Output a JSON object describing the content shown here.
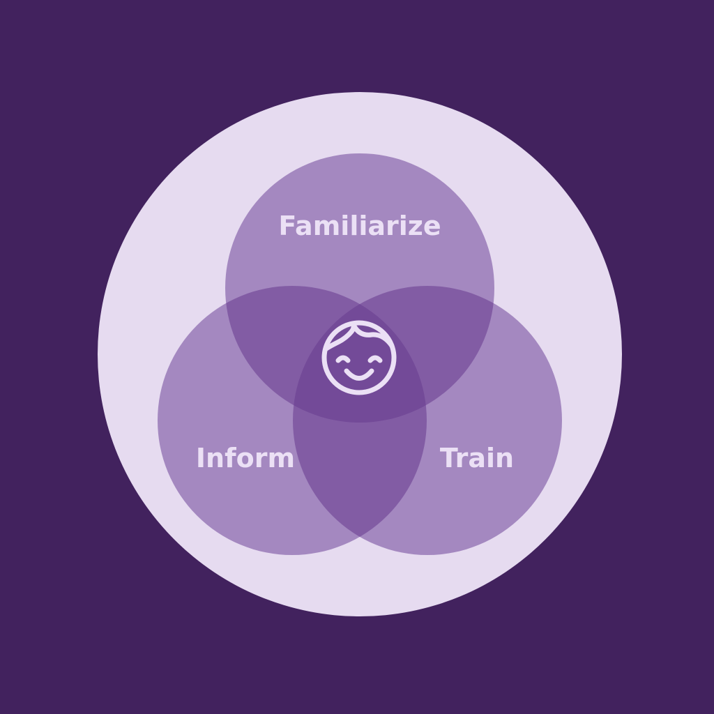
{
  "diagram": {
    "type": "venn",
    "colors": {
      "background": "#42225e",
      "outer_circle": "#e6dbf0",
      "circle_fill": "#a488c0",
      "overlap_two": "#825ca4",
      "overlap_three": "#734a98",
      "text": "#ebe0f5"
    },
    "center_icon": "smiling-face-icon",
    "circles": [
      {
        "label": "Familiarize"
      },
      {
        "label": "Inform"
      },
      {
        "label": "Train"
      }
    ]
  }
}
